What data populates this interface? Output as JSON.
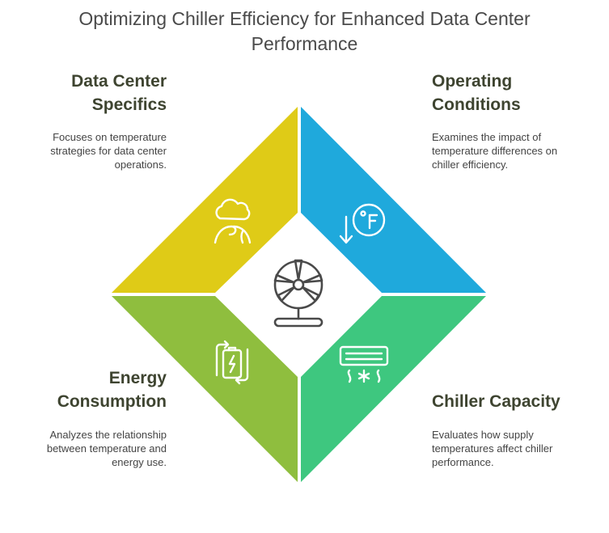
{
  "title": {
    "line1": "Optimizing Chiller Efficiency for Enhanced Data Center",
    "line2": "Performance"
  },
  "quadrants": [
    {
      "heading_lines": [
        "Data Center",
        "Specifics"
      ],
      "description_lines": [
        "Focuses on temperature",
        "strategies for data center",
        "operations."
      ],
      "color": "#dfcb17",
      "icon": "cloud-hands-icon"
    },
    {
      "heading_lines": [
        "Operating",
        "Conditions"
      ],
      "description_lines": [
        "Examines the impact of",
        "temperature differences on",
        "chiller efficiency."
      ],
      "color": "#1fa9dc",
      "icon": "fahrenheit-down-icon"
    },
    {
      "heading_lines": [
        "Energy",
        "Consumption"
      ],
      "description_lines": [
        "Analyzes the relationship",
        "between temperature and",
        "energy use."
      ],
      "color": "#8fbe3e",
      "icon": "battery-cycle-icon"
    },
    {
      "heading_lines": [
        "Chiller Capacity"
      ],
      "description_lines": [
        "Evaluates how supply",
        "temperatures affect chiller",
        "performance."
      ],
      "color": "#3ec77f",
      "icon": "air-conditioner-icon"
    }
  ],
  "center_icon": "fan-icon"
}
